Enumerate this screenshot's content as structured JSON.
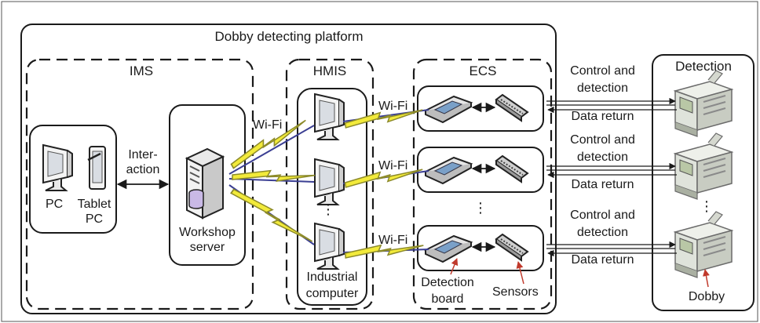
{
  "platform_title": "Dobby detecting platform",
  "ims": {
    "title": "IMS",
    "pc_label": "PC",
    "tablet_label_1": "Tablet",
    "tablet_label_2": "PC",
    "interaction_1": "Inter-",
    "interaction_2": "action",
    "server_label_1": "Workshop",
    "server_label_2": "server"
  },
  "hmis": {
    "title": "HMIS",
    "computer_label_1": "Industrial",
    "computer_label_2": "computer",
    "ellipsis": "⋮"
  },
  "ecs": {
    "title": "ECS",
    "ellipsis": "⋮",
    "board_label_1": "Detection",
    "board_label_2": "board",
    "sensors_label": "Sensors"
  },
  "wifi": "Wi-Fi",
  "links": {
    "control_1": "Control and",
    "control_2": "detection",
    "return": "Data return"
  },
  "detection": {
    "title": "Detection",
    "ellipsis": "⋮",
    "dobby_label": "Dobby"
  },
  "colors": {
    "line": "#1a1a1a",
    "link_blue": "#3b3f93",
    "lightning": "#f2ea3a",
    "arrow_red": "#c0392b"
  }
}
